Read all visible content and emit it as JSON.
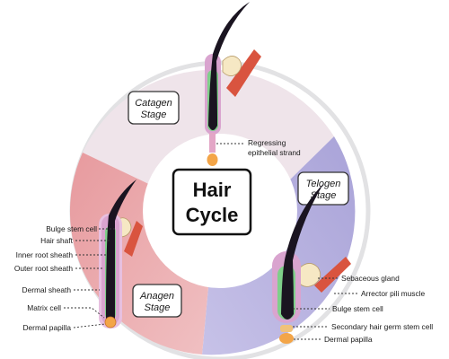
{
  "title": {
    "line1": "Hair",
    "line2": "Cycle"
  },
  "stages": {
    "catagen": {
      "line1": "Catagen",
      "line2": "Stage",
      "color": "#ecdde4"
    },
    "telogen": {
      "line1": "Telogen",
      "line2": "Stage",
      "color": "#b3aedb"
    },
    "anagen": {
      "line1": "Anagen",
      "line2": "Stage",
      "color": "#e79a9e"
    }
  },
  "labels": {
    "catagen": {
      "regressing_line1": "Regressing",
      "regressing_line2": "epithelial strand"
    },
    "anagen": {
      "bulge_stem_cell": "Bulge stem cell",
      "hair_shaft": "Hair shaft",
      "inner_root_sheath": "Inner root sheath",
      "outer_root_sheath": "Outer root sheath",
      "dermal_sheath": "Dermal sheath",
      "matrix_cell": "Matrix cell",
      "dermal_papilla": "Dermal papilla"
    },
    "telogen": {
      "sebaceous_gland": "Sebaceous gland",
      "arrector_pili_muscle": "Arrector pili muscle",
      "bulge_stem_cell": "Bulge stem cell",
      "secondary_hair_germ": "Secondary hair germ stem cell",
      "dermal_papilla": "Dermal papilla"
    }
  },
  "colors": {
    "hair": "#1a1420",
    "outer_sheath": "#d9a4cf",
    "inner_sheath": "#7fcf8a",
    "muscle": "#d9543f",
    "gland": "#f6e8c4",
    "papilla": "#f3a548"
  }
}
